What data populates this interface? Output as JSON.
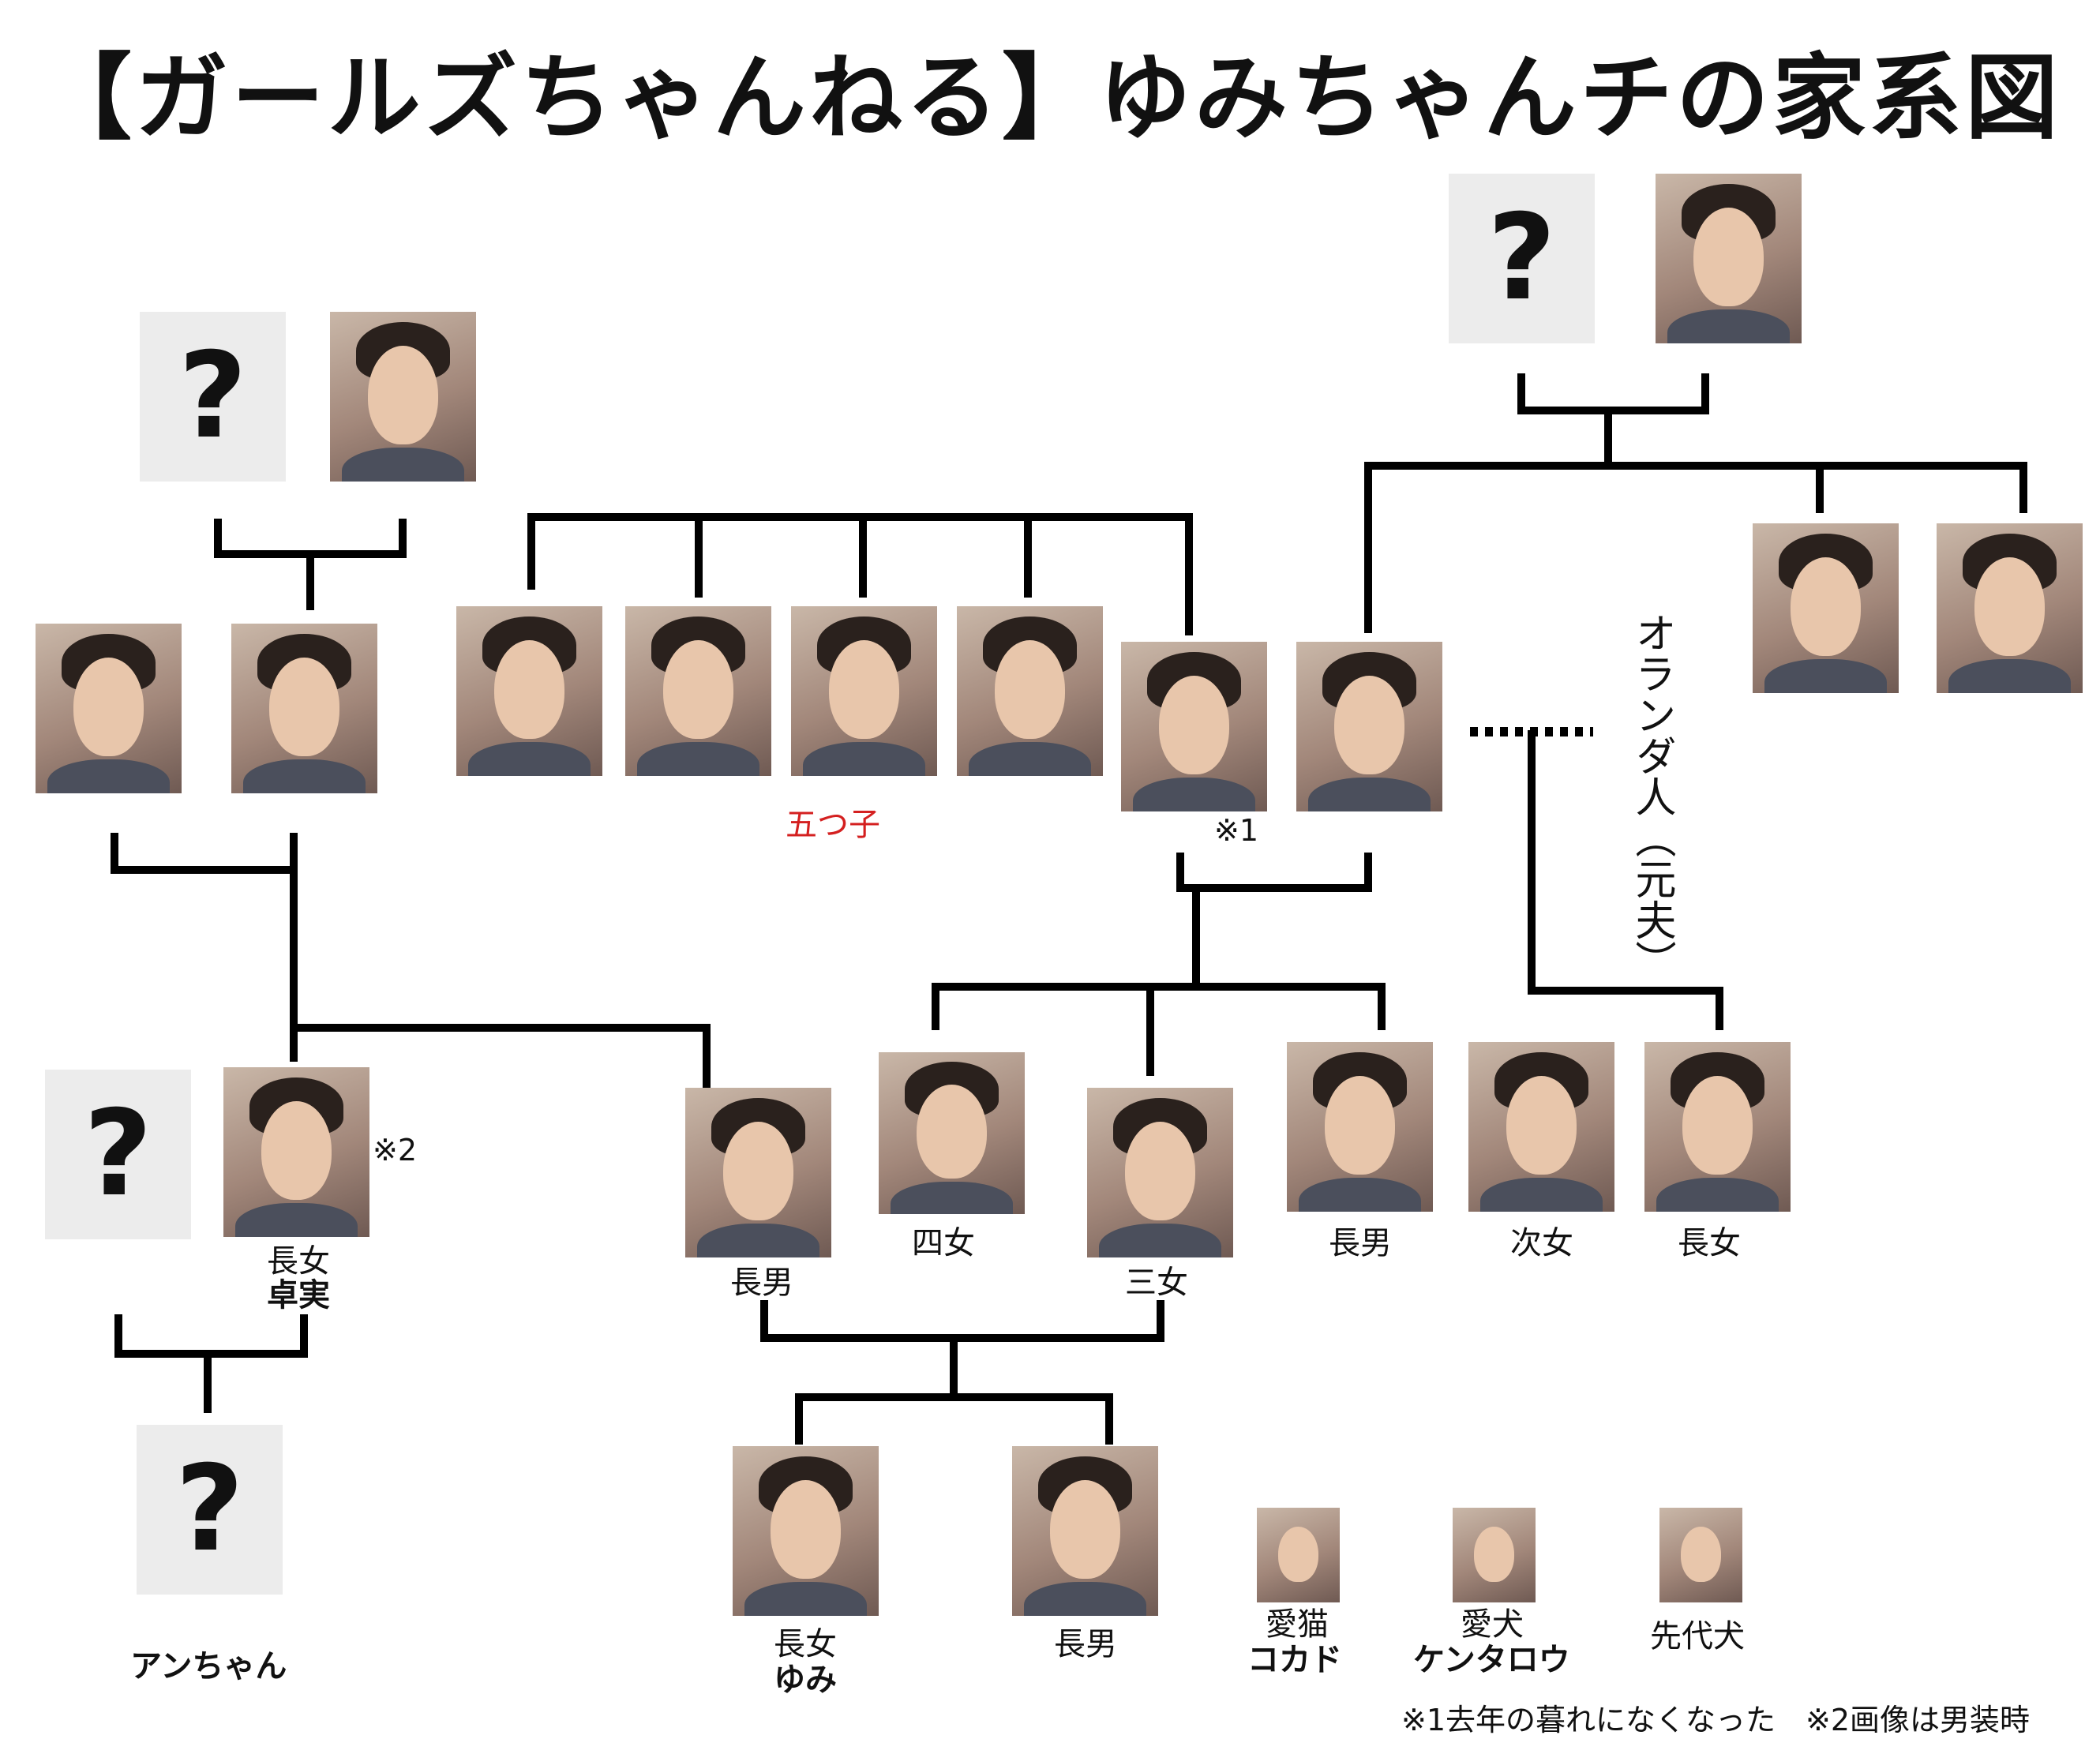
{
  "title": "【ガールズちゃんねる】ゆみちゃんチの家系図",
  "unknown_mark": "?",
  "labels": {
    "five": "五つ子",
    "note1_mark": "※1",
    "note2_mark": "※2",
    "dutch": "オランダ人（元夫）",
    "ch_daughter1": "長女",
    "ch_takumi": "卓実",
    "ch_son1_dekao": "長男",
    "ch_yonjo": "四女",
    "ch_sanjo": "三女",
    "ch_son1_b": "長男",
    "ch_jijo": "次女",
    "ch_daughter1_b": "長女",
    "gc_daughter1": "長女",
    "gc_yumi": "ゆみ",
    "gc_son1": "長男",
    "anchan": "アンちゃん",
    "cat_role": "愛猫",
    "cat_name": "コカド",
    "dog_role": "愛犬",
    "dog_name": "ケンタロウ",
    "old_dog": "先代犬"
  },
  "footnote": "※1去年の暮れになくなった　※2画像は男装時",
  "colors": {
    "line": "#000000",
    "accent": "#d42020",
    "unknown_bg": "#ececec"
  }
}
